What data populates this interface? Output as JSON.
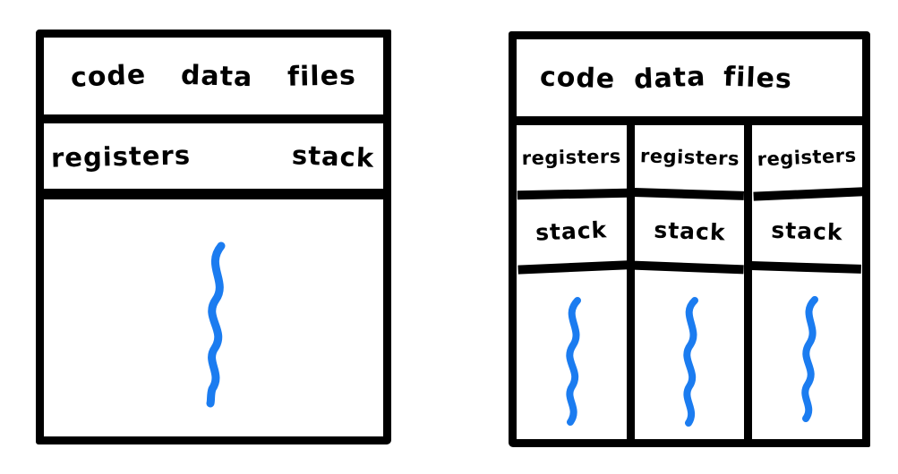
{
  "colors": {
    "ink": "#000000",
    "thread": "#1b7cf0",
    "paper": "#ffffff"
  },
  "single_threaded_process": {
    "header_labels": [
      "code",
      "data",
      "files"
    ],
    "registers_label": "registers",
    "stack_label": "stack",
    "thread_count": 1
  },
  "multi_threaded_process": {
    "header_labels": [
      "code",
      "data",
      "files"
    ],
    "columns": [
      {
        "registers_label": "registers",
        "stack_label": "stack"
      },
      {
        "registers_label": "registers",
        "stack_label": "stack"
      },
      {
        "registers_label": "registers",
        "stack_label": "stack"
      }
    ],
    "thread_count": 3
  }
}
